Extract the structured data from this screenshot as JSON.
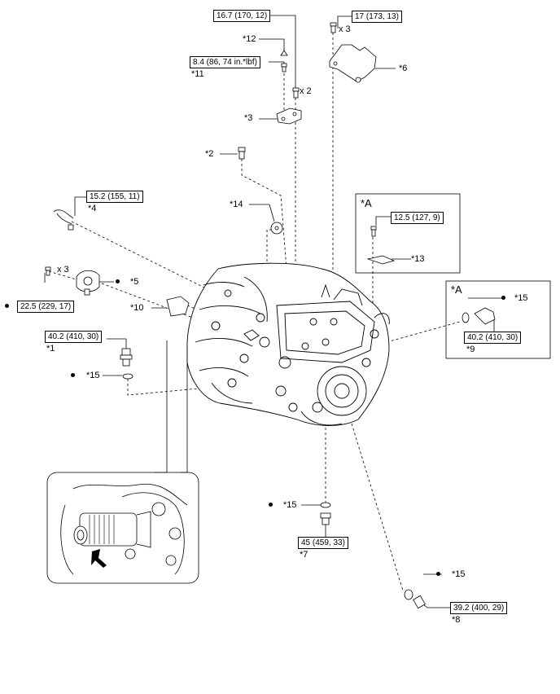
{
  "torques": {
    "t1": "16.7 (170, 12)",
    "t2": "17 (173, 13)",
    "t3": "8.4 (86, 74 in.*lbf)",
    "t4": "15.2 (155, 11)",
    "t5": "12.5 (127, 9)",
    "t6": "22.5 (229, 17)",
    "t7": "40.2 (410, 30)",
    "t8": "40.2 (410, 30)",
    "t9": "45 (459, 33)",
    "t10": "39.2 (400, 29)"
  },
  "labels": {
    "p1": "*1",
    "p2": "*2",
    "p3": "*3",
    "p4": "*4",
    "p5": "*5",
    "p6": "*6",
    "p7": "*7",
    "p8": "*8",
    "p9": "*9",
    "p10": "*10",
    "p11": "*11",
    "p12": "*12",
    "p13": "*13",
    "p14": "*14",
    "p15a": "*15",
    "p15b": "*15",
    "p15c": "*15",
    "p15d": "*15",
    "a1": "*A",
    "a2": "*A",
    "x3a": "x 3",
    "x3b": "x 3",
    "x2": "x 2"
  }
}
